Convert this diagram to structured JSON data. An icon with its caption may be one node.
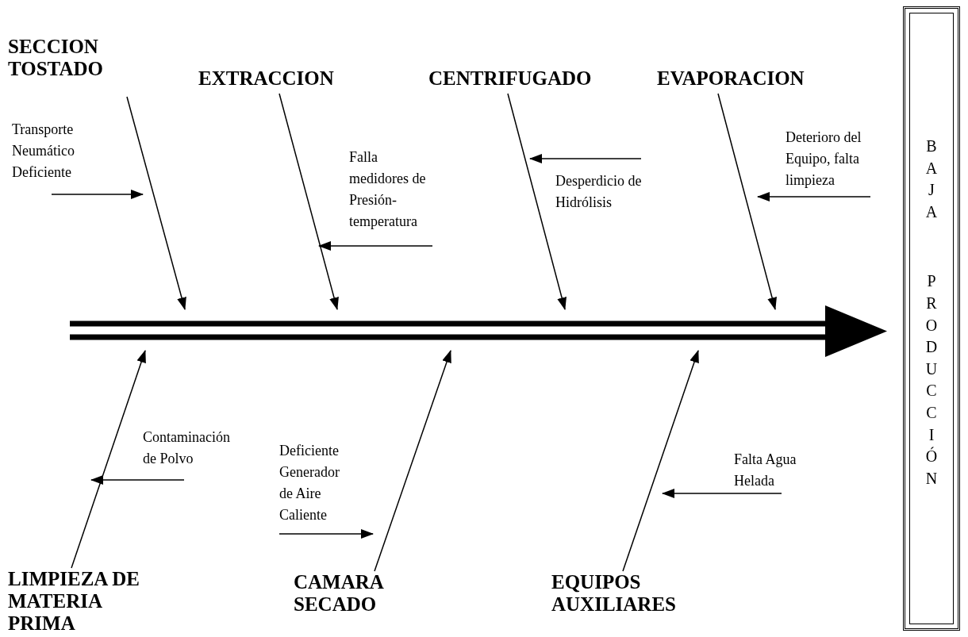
{
  "diagram": {
    "nodes": [
      {
        "text": [
          "SECCION TOSTADO"
        ]
      },
      {
        "text": [
          "EXTRACCION"
        ]
      },
      {
        "text": [
          "CENTRIFUGADO"
        ]
      },
      {
        "text": [
          "EVAPORACION"
        ]
      },
      {
        "text": [
          "LIMPIEZA DE MATERIA PRIMA"
        ]
      },
      {
        "text": [
          "CAMARA SECADO"
        ]
      },
      {
        "text": [
          "EQUIPOS AUXILIARES"
        ]
      },
      {
        "text": [
          "BAJA",
          "PRODUCCIÓN"
        ]
      },
      {
        "text": [
          "Transporte Neumático Deficiente"
        ]
      },
      {
        "text": [
          "Falla medidores de Presión-temperatura"
        ]
      },
      {
        "text": [
          "Desperdicio de Hidrólisis"
        ]
      },
      {
        "text": [
          "Deterioro del Equipo, falta limpieza"
        ]
      },
      {
        "text": [
          "Contaminación de Polvo"
        ]
      },
      {
        "text": [
          "Deficiente Generador de Aire Caliente"
        ]
      },
      {
        "text": [
          "Falta Agua Helada"
        ]
      }
    ],
    "edges": [
      {
        "from": null,
        "to": 7,
        "arrow": "to",
        "style": "thick"
      },
      {
        "from": 0,
        "to": null,
        "arrow": "to"
      },
      {
        "from": 1,
        "to": null,
        "arrow": "to"
      },
      {
        "from": 2,
        "to": null,
        "arrow": "to"
      },
      {
        "from": 3,
        "to": null,
        "arrow": "to"
      },
      {
        "from": 4,
        "to": null,
        "arrow": "to"
      },
      {
        "from": 5,
        "to": null,
        "arrow": "to"
      },
      {
        "from": 6,
        "to": null,
        "arrow": "to"
      },
      {
        "from": 8,
        "to": null,
        "arrow": "to"
      },
      {
        "from": 9,
        "to": null,
        "arrow": "to"
      },
      {
        "from": 10,
        "to": null,
        "arrow": "to"
      },
      {
        "from": 11,
        "to": null,
        "arrow": "to"
      },
      {
        "from": 12,
        "to": null,
        "arrow": "to"
      },
      {
        "from": 13,
        "to": null,
        "arrow": "to"
      },
      {
        "from": 14,
        "to": null,
        "arrow": "to"
      }
    ]
  }
}
